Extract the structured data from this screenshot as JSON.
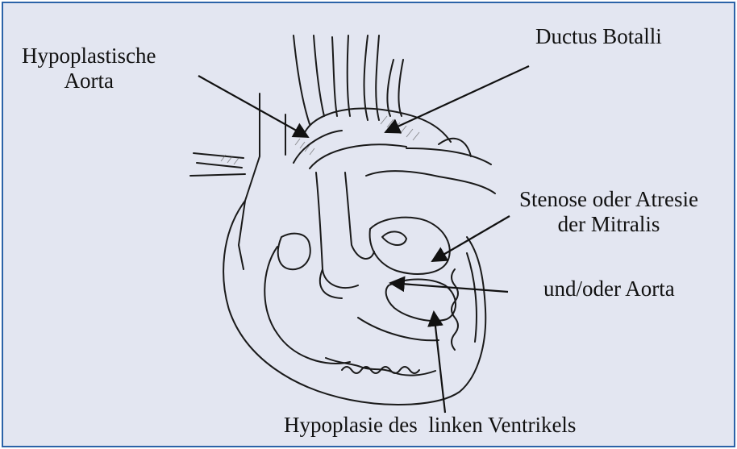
{
  "labels": {
    "hypoplastic_aorta_line1": "Hypoplastische",
    "hypoplastic_aorta_line2": "Aorta",
    "ductus_botalli": "Ductus Botalli",
    "stenosis_line1": "Stenose oder Atresie",
    "stenosis_line2": "der Mitralis",
    "and_or_aorta": "und/oder Aorta",
    "hypoplasia_left_ventricle": "Hypoplasie des  linken Ventrikels"
  },
  "colors": {
    "frame_border": "#2b63a8",
    "background": "#e3e6f1",
    "ink": "#111111"
  }
}
